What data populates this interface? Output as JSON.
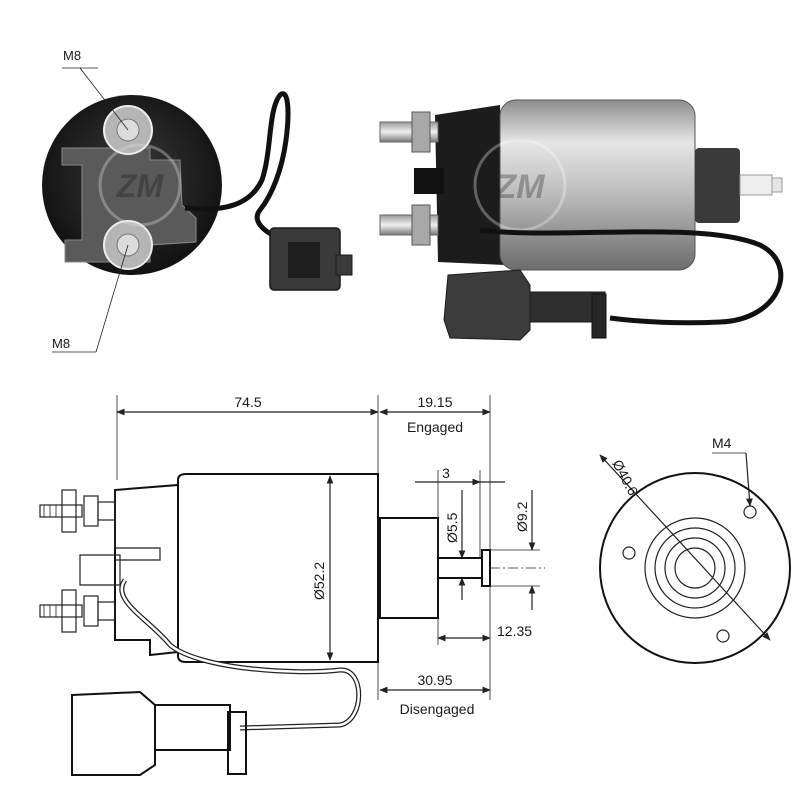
{
  "photo": {
    "terminal_top_label": "M8",
    "terminal_bottom_label": "M8",
    "watermark": "ZM"
  },
  "drawing": {
    "dim_length": "74.5",
    "dim_engaged": "19.15",
    "label_engaged": "Engaged",
    "dim_disengaged": "30.95",
    "label_disengaged": "Disengaged",
    "dim_plunger_step": "3",
    "dim_body_dia": "Ø52.2",
    "dim_inner_dia": "Ø5.5",
    "dim_plunger_dia": "Ø9.2",
    "dim_plunger_len": "12.35",
    "dim_bolt_circle": "Ø40.6",
    "dim_thread": "M4"
  },
  "colors": {
    "line": "#1a1a1a",
    "photo_dark": "#1c1c1c",
    "metal": "#c9c9c9"
  }
}
